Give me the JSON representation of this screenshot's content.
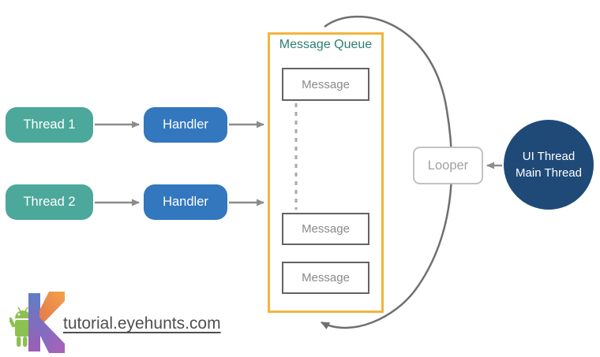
{
  "diagram": {
    "threads": [
      {
        "label": "Thread 1"
      },
      {
        "label": "Thread 2"
      }
    ],
    "handlers": [
      {
        "label": "Handler"
      },
      {
        "label": "Handler"
      }
    ],
    "queue": {
      "title": "Message Queue",
      "messages": [
        "Message",
        "Message",
        "Message"
      ]
    },
    "looper": {
      "label": "Looper"
    },
    "main_thread": {
      "line1": "UI Thread",
      "line2": "Main Thread"
    }
  },
  "footer": {
    "site": "tutorial.eyehunts.com"
  },
  "icons": [
    "android-robot-icon",
    "kotlin-logo-icon",
    "arrow-icon",
    "loop-arrow-icon"
  ],
  "colors": {
    "thread_fill": "#4CA89A",
    "handler_fill": "#3377BE",
    "main_thread_fill": "#1F4A78",
    "queue_border": "#F2B43D",
    "queue_title_text": "#2E7E74",
    "message_border": "#636363",
    "message_text": "#8A8A8A",
    "looper_border": "#C2C2C2",
    "looper_text": "#A0A0A0",
    "arrow_gray": "#8C8C8C",
    "loop_curve_gray": "#6F6F6F",
    "dashed_line_gray": "#A8A8A8",
    "robot_green": "#8CC152",
    "footer_text": "#4F4F4F"
  }
}
